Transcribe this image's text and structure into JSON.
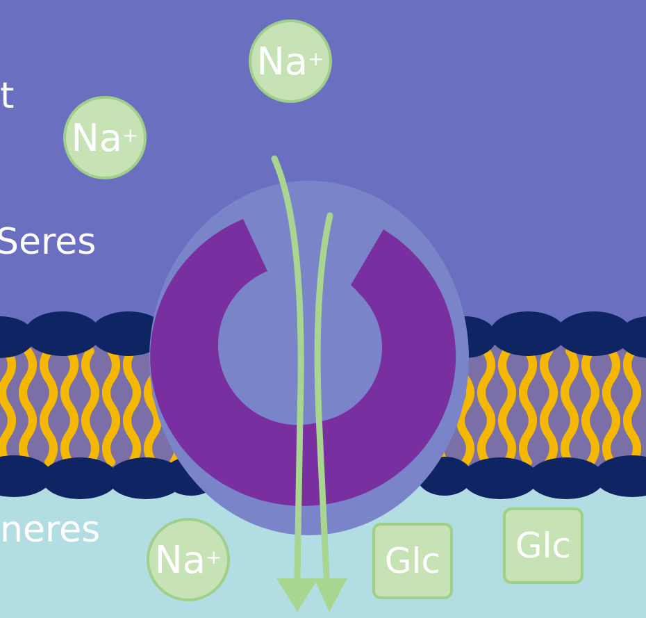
{
  "labels": {
    "top_fragment": "t",
    "outside_fragment": "Seres",
    "inside_fragment": "neres"
  },
  "ions": {
    "sodium_symbol": "Na",
    "sodium_charge": "+",
    "glucose": "Glc"
  },
  "colors": {
    "extracellular": "#6a6fc0",
    "intracellular": "#b2dde3",
    "phospholipid_head": "#0f2462",
    "lipid_tail": "#f5b800",
    "protein": "#7a2fa0",
    "protein_shell": "#7a84c9",
    "ion_fill": "#c7e3b6",
    "arrow": "#a8d690"
  }
}
